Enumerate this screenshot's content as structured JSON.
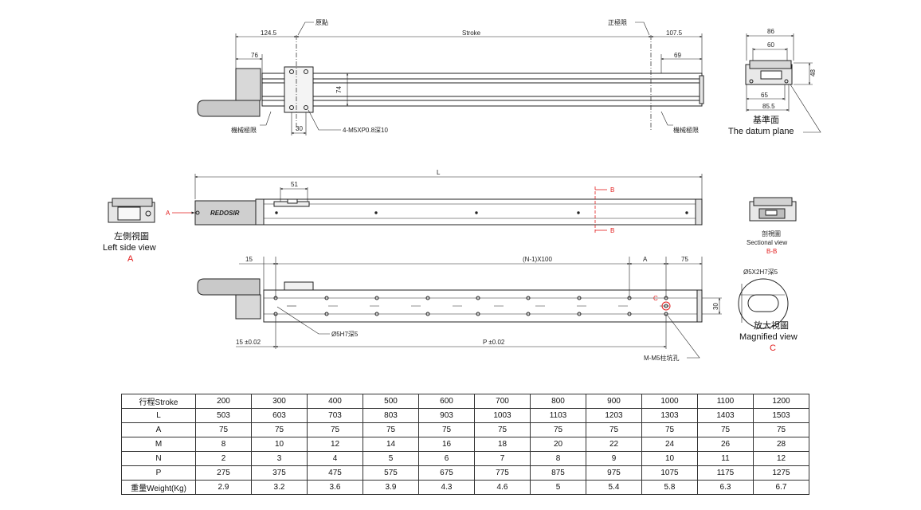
{
  "top_view": {
    "origin_label": "原點",
    "limit_label": "正極限",
    "mech_limit_left": "機械極限",
    "mech_limit_right": "機械極限",
    "stroke_label": "Stroke",
    "d_124_5": "124.5",
    "d_107_5": "107.5",
    "d_76": "76",
    "d_69": "69",
    "d_74": "74",
    "d_30": "30",
    "hole_note": "4-M5XP0.8深10"
  },
  "end_view": {
    "d_86": "86",
    "d_60": "60",
    "d_48": "48",
    "d_65": "65",
    "d_85_5": "85.5",
    "datum_cn": "基準面",
    "datum_en": "The datum plane"
  },
  "side_view": {
    "length_label": "L",
    "d_51": "51",
    "brand": "REDOSIR",
    "marker_a": "A",
    "section_b_top": "B",
    "section_b_bottom": "B",
    "left_cn": "左側視圖",
    "left_en": "Left side view",
    "left_letter": "A",
    "section_cn": "剖視圖",
    "section_en": "Sectional view",
    "section_letter": "B-B"
  },
  "bottom_view": {
    "d_15": "15",
    "pitch_label": "(N-1)X100",
    "a_label": "A",
    "d_75": "75",
    "d_30": "30",
    "c_marker": "C",
    "pin_note": "Ø5H7深5",
    "d_15_tol": "15 ±0.02",
    "p_tol": "P ±0.02",
    "m_note": "M-M5柱坑孔",
    "slot_note": "Ø5X2H7深5",
    "mag_cn": "放大視圖",
    "mag_en": "Magnified view",
    "mag_letter": "C"
  },
  "spec_table": {
    "rows": [
      {
        "label": "行程Stroke",
        "values": [
          "200",
          "300",
          "400",
          "500",
          "600",
          "700",
          "800",
          "900",
          "1000",
          "1100",
          "1200"
        ]
      },
      {
        "label": "L",
        "values": [
          "503",
          "603",
          "703",
          "803",
          "903",
          "1003",
          "1103",
          "1203",
          "1303",
          "1403",
          "1503"
        ]
      },
      {
        "label": "A",
        "values": [
          "75",
          "75",
          "75",
          "75",
          "75",
          "75",
          "75",
          "75",
          "75",
          "75",
          "75"
        ]
      },
      {
        "label": "M",
        "values": [
          "8",
          "10",
          "12",
          "14",
          "16",
          "18",
          "20",
          "22",
          "24",
          "26",
          "28"
        ]
      },
      {
        "label": "N",
        "values": [
          "2",
          "3",
          "4",
          "5",
          "6",
          "7",
          "8",
          "9",
          "10",
          "11",
          "12"
        ]
      },
      {
        "label": "P",
        "values": [
          "275",
          "375",
          "475",
          "575",
          "675",
          "775",
          "875",
          "975",
          "1075",
          "1175",
          "1275"
        ]
      },
      {
        "label": "重量Weight(Kg)",
        "values": [
          "2.9",
          "3.2",
          "3.6",
          "3.9",
          "4.3",
          "4.6",
          "5",
          "5.4",
          "5.8",
          "6.3",
          "6.7"
        ]
      }
    ]
  }
}
